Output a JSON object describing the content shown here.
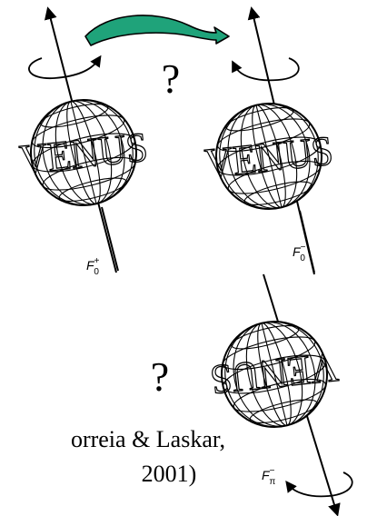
{
  "globe_word": "VENUS",
  "labels": {
    "state_left_main": "F",
    "state_left_sup": "+",
    "state_left_sub": "0",
    "state_right_main": "F",
    "state_right_sup": "−",
    "state_right_sub": "0",
    "state_bottom_main": "F",
    "state_bottom_sup": "−",
    "state_bottom_sub": "π"
  },
  "question_mark": "?",
  "citation": {
    "line1": "orreia & Laskar,",
    "line2": "2001)"
  },
  "colors": {
    "ink": "#000000",
    "arrow_fill": "#1fa37a",
    "background": "#ffffff"
  }
}
